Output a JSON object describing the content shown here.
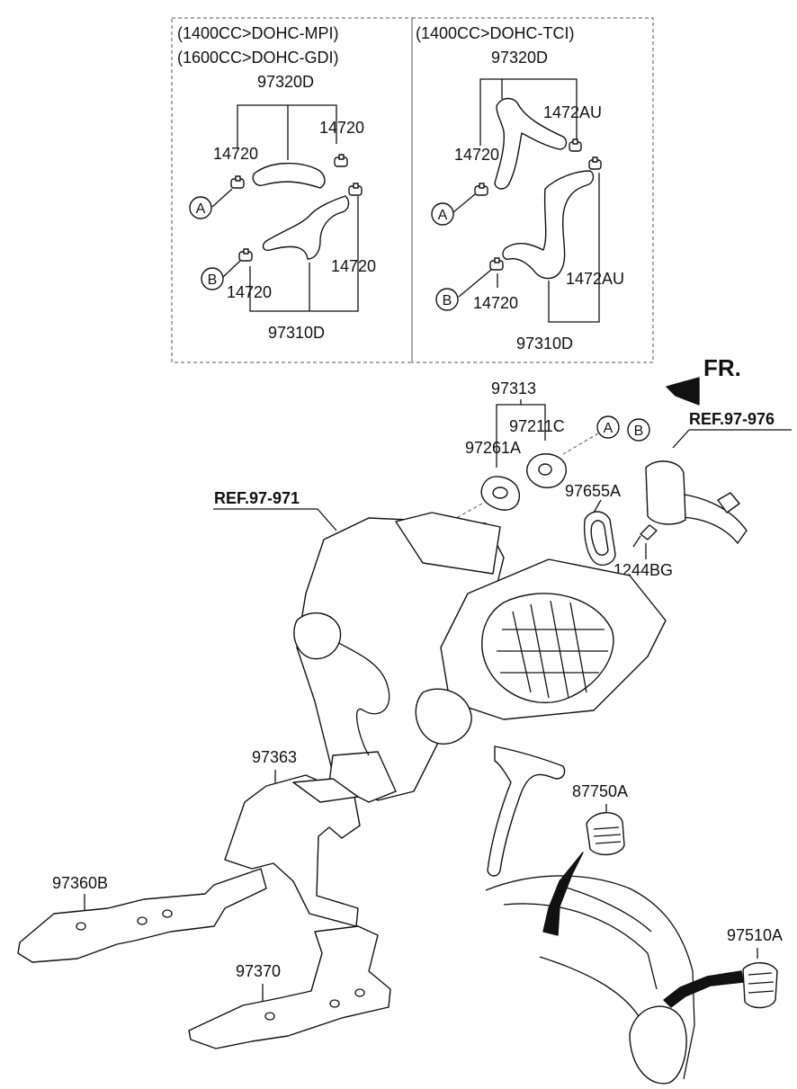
{
  "inset_left": {
    "variant_1": "(1400CC>DOHC-MPI)",
    "variant_2": "(1600CC>DOHC-GDI)",
    "hose_upper": "97320D",
    "hose_lower": "97310D",
    "clamp_a": "14720",
    "clamp_b": "14720",
    "clamp_c": "14720",
    "clamp_d": "14720",
    "marker_a": "A",
    "marker_b": "B"
  },
  "inset_right": {
    "variant_1": "(1400CC>DOHC-TCI)",
    "hose_upper": "97320D",
    "hose_lower": "97310D",
    "clamp_a": "1472AU",
    "clamp_b": "14720",
    "clamp_c": "1472AU",
    "clamp_d": "14720",
    "marker_a": "A",
    "marker_b": "B"
  },
  "main": {
    "fr": "FR.",
    "ref_right": "REF.97-976",
    "ref_left": "REF.97-971",
    "seal_group": "97313",
    "seal_b": "97211C",
    "seal_a": "97261A",
    "marker_a": "A",
    "marker_b": "B",
    "grommet": "97655A",
    "bolt": "1244BG",
    "duct_center": "97363",
    "duct_left": "97360B",
    "duct_rear": "97370",
    "grille_top": "87750A",
    "grille_side": "97510A"
  }
}
